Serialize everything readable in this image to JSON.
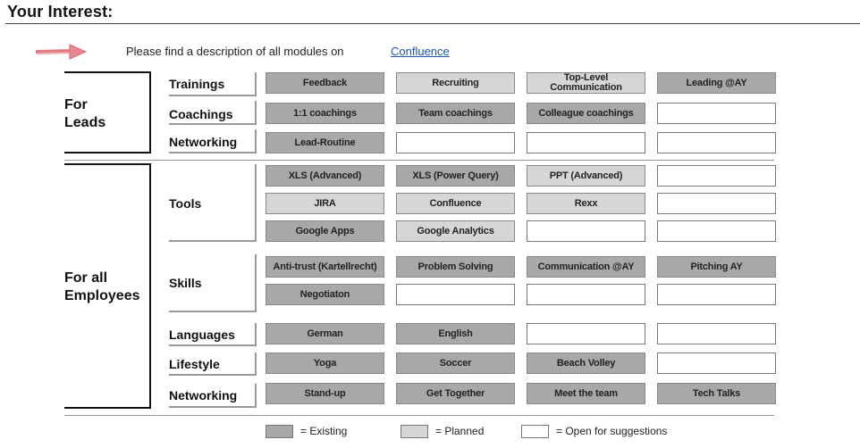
{
  "header": {
    "title": "Your Interest:"
  },
  "intro": {
    "text": "Please find a description of all modules on",
    "link": "Confluence"
  },
  "sections": {
    "leads": {
      "label_line1": "For",
      "label_line2": "Leads"
    },
    "employees": {
      "label_line1": "For all",
      "label_line2": "Employees"
    }
  },
  "categories": {
    "trainings": "Trainings",
    "coachings": "Coachings",
    "networking_leads": "Networking",
    "tools": "Tools",
    "skills": "Skills",
    "languages": "Languages",
    "lifestyle": "Lifestyle",
    "networking_all": "Networking"
  },
  "modules": {
    "feedback": "Feedback",
    "recruiting": "Recruiting",
    "top_level_1": "Top-Level",
    "top_level_2": "Communication",
    "leading_ay": "Leading @AY",
    "coaching_1on1": "1:1 coachings",
    "team_coachings": "Team coachings",
    "colleague_coachings": "Colleague coachings",
    "lead_routine": "Lead-Routine",
    "xls_advanced": "XLS (Advanced)",
    "xls_power_query": "XLS (Power Query)",
    "ppt_advanced": "PPT (Advanced)",
    "jira": "JIRA",
    "confluence": "Confluence",
    "rexx": "Rexx",
    "google_apps": "Google Apps",
    "google_analytics": "Google Analytics",
    "anti_trust": "Anti-trust (Kartellrecht)",
    "problem_solving": "Problem Solving",
    "communication_ay": "Communication @AY",
    "pitching_ay": "Pitching AY",
    "negotiaton": "Negotiaton",
    "german": "German",
    "english": "English",
    "yoga": "Yoga",
    "soccer": "Soccer",
    "beach_volley": "Beach Volley",
    "stand_up": "Stand-up",
    "get_together": "Get Together",
    "meet_the_team": "Meet the team",
    "tech_talks": "Tech Talks"
  },
  "legend": {
    "existing": "= Existing",
    "planned": "= Planned",
    "open": "= Open for suggestions"
  },
  "colors": {
    "existing": "#a8a8a8",
    "planned": "#d6d6d6",
    "open": "#ffffff",
    "link": "#1a56b0",
    "arrow": "#e0707a"
  }
}
